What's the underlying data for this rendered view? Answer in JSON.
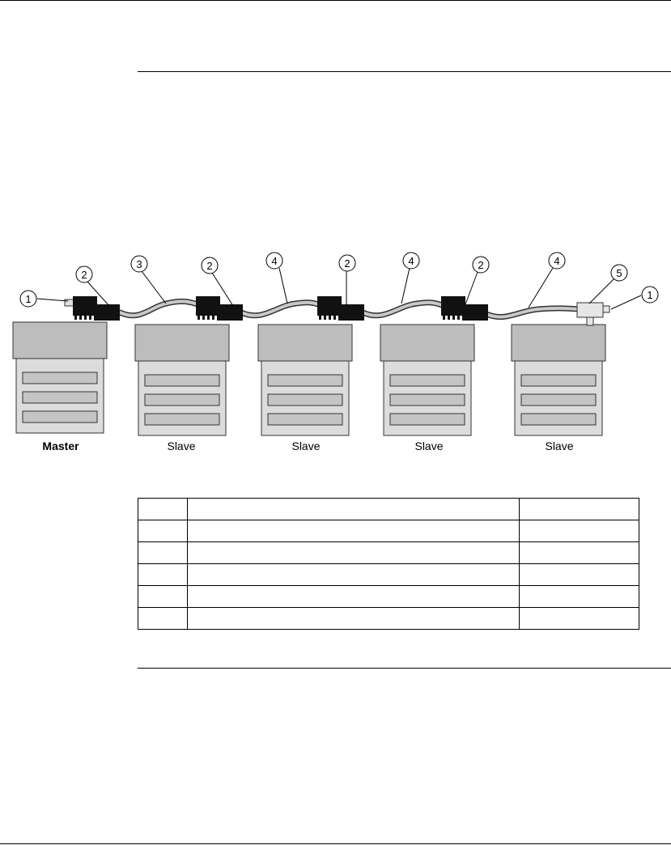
{
  "diagram": {
    "callouts": [
      "1",
      "2",
      "3",
      "2",
      "4",
      "2",
      "4",
      "2",
      "4",
      "5",
      "1"
    ],
    "devices": [
      "Master",
      "Slave",
      "Slave",
      "Slave",
      "Slave"
    ]
  },
  "legend_table": {
    "rows": [
      [
        "",
        "",
        ""
      ],
      [
        "",
        "",
        ""
      ],
      [
        "",
        "",
        ""
      ],
      [
        "",
        "",
        ""
      ],
      [
        "",
        "",
        ""
      ],
      [
        "",
        "",
        ""
      ]
    ]
  }
}
